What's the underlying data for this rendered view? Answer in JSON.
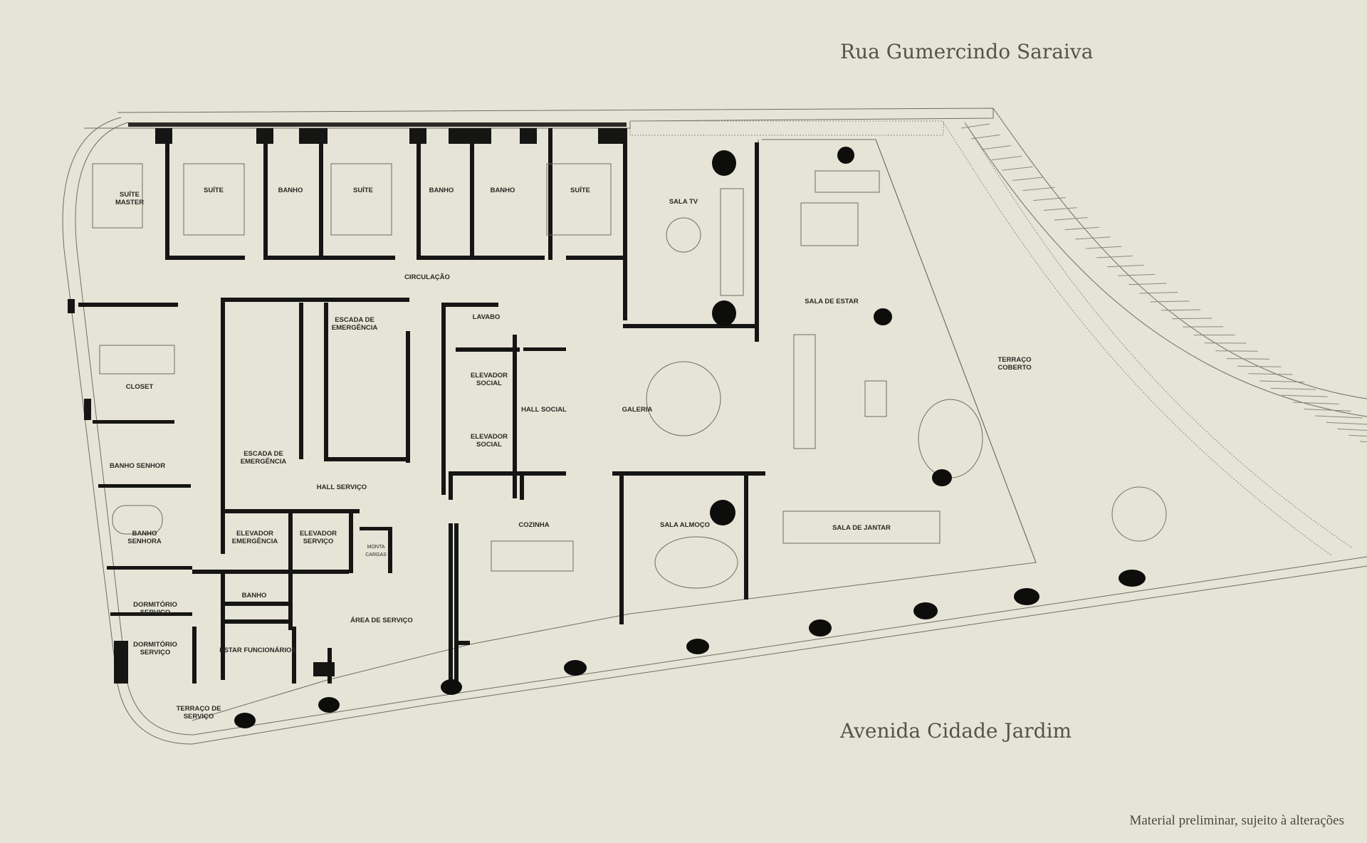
{
  "streets": {
    "top": "Rua Gumercindo Saraiva",
    "bottom": "Avenida Cidade Jardim"
  },
  "disclaimer": "Material preliminar, sujeito à alterações",
  "rooms": {
    "suite_master": [
      "SUÍTE",
      "MASTER"
    ],
    "suite_1": [
      "SUÍTE"
    ],
    "banho_1": [
      "BANHO"
    ],
    "suite_2": [
      "SUÍTE"
    ],
    "banho_2": [
      "BANHO"
    ],
    "banho_3": [
      "BANHO"
    ],
    "suite_3": [
      "SUÍTE"
    ],
    "sala_tv": [
      "SALA TV"
    ],
    "circulacao_h": [
      "CIRCULAÇÃO"
    ],
    "sala_estar": [
      "SALA DE ESTAR"
    ],
    "escada_emerg_1": [
      "ESCADA DE",
      "EMERGÊNCIA"
    ],
    "lavabo": [
      "LAVABO"
    ],
    "terraco": [
      "TERRAÇO",
      "COBERTO"
    ],
    "closet": [
      "CLOSET"
    ],
    "circulacao_v": [
      "CIRCULAÇÃO"
    ],
    "elev_social_1": [
      "ELEVADOR",
      "SOCIAL"
    ],
    "hall_social": [
      "HALL SOCIAL"
    ],
    "galeria": [
      "GALERIA"
    ],
    "elev_social_2": [
      "ELEVADOR",
      "SOCIAL"
    ],
    "escada_emerg_2": [
      "ESCADA DE",
      "EMERGÊNCIA"
    ],
    "banho_senhor": [
      "BANHO SENHOR"
    ],
    "hall_servico": [
      "HALL SERVIÇO"
    ],
    "cozinha": [
      "COZINHA"
    ],
    "sala_almoco": [
      "SALA ALMOÇO"
    ],
    "sala_jantar": [
      "SALA DE JANTAR"
    ],
    "banho_senhora": [
      "BANHO",
      "SENHORA"
    ],
    "elev_emergencia": [
      "ELEVADOR",
      "EMERGÊNCIA"
    ],
    "elev_servico": [
      "ELEVADOR",
      "SERVIÇO"
    ],
    "monta_cargas": [
      "MONTA",
      "CARGAS"
    ],
    "banho_func": [
      "BANHO"
    ],
    "dormitorio_1": [
      "DORMITÓRIO",
      "SERVIÇO"
    ],
    "area_servico": [
      "ÁREA DE SERVIÇO"
    ],
    "dormitorio_2": [
      "DORMITÓRIO",
      "SERVIÇO"
    ],
    "estar_func": [
      "ESTAR FUNCIONÁRIOS"
    ],
    "terraco_servico": [
      "TERRAÇO DE",
      "SERVIÇO"
    ]
  }
}
